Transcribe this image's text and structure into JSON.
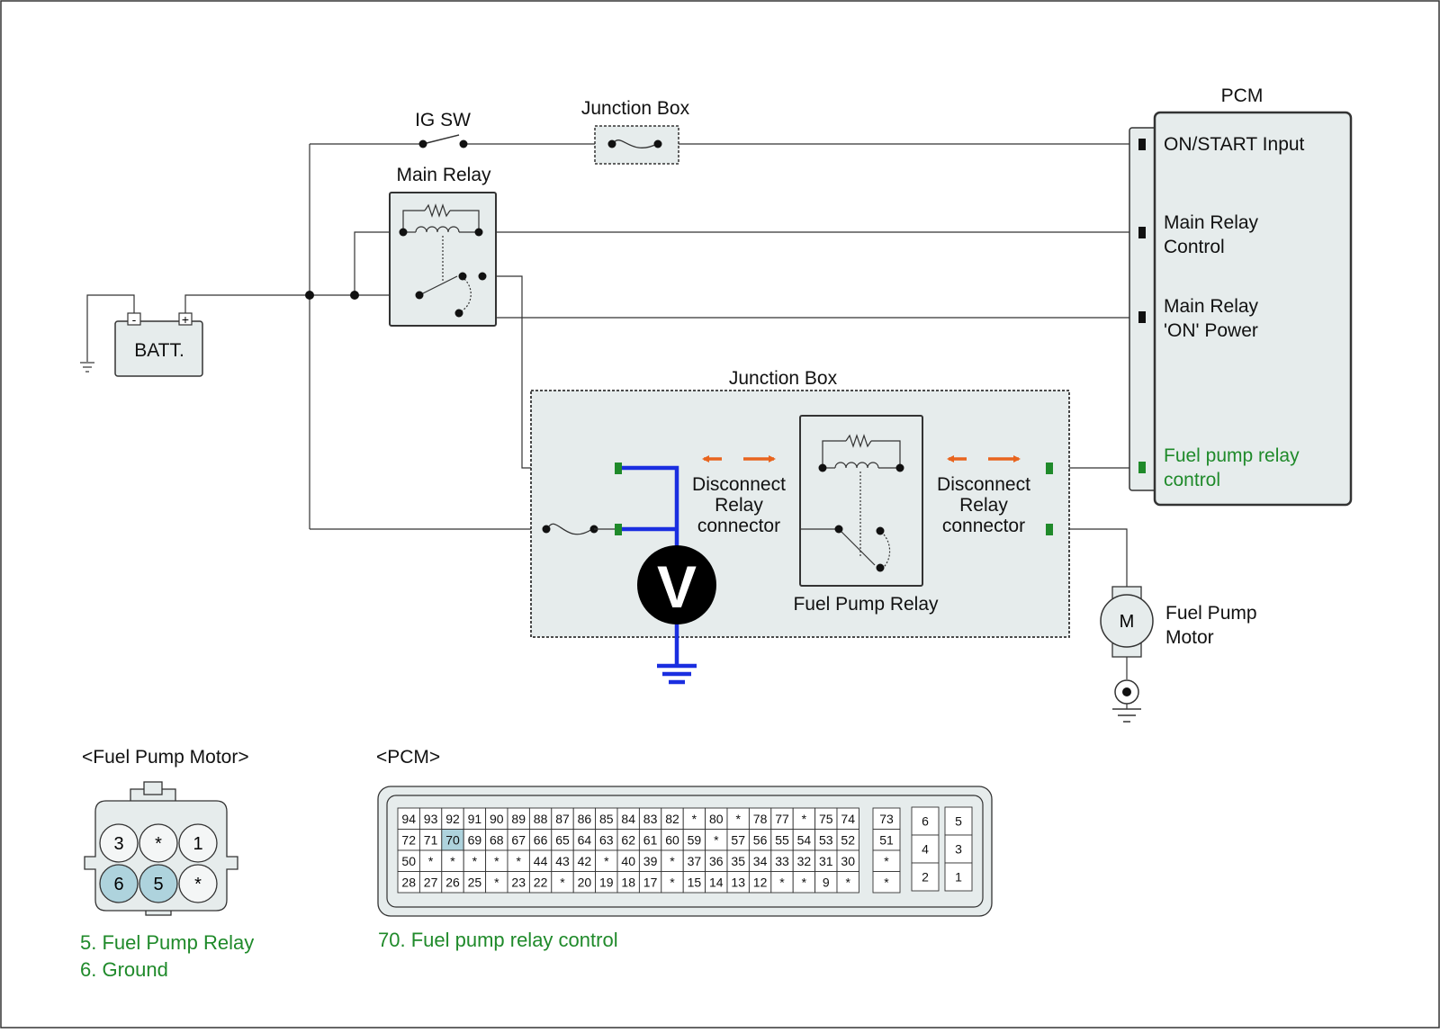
{
  "labels": {
    "ig_sw": "IG SW",
    "junction_box_top": "Junction Box",
    "main_relay": "Main Relay",
    "batt": "BATT.",
    "batt_minus": "-",
    "batt_plus": "+",
    "pcm": "PCM",
    "pcm_on_start": "ON/START Input",
    "pcm_main_relay_control_1": "Main Relay",
    "pcm_main_relay_control_2": "Control",
    "pcm_main_relay_on_1": "Main Relay",
    "pcm_main_relay_on_2": "'ON' Power",
    "pcm_fuel_pump_relay_1": "Fuel pump relay",
    "pcm_fuel_pump_relay_2": "control",
    "junction_box_main": "Junction Box",
    "disconnect_left_1": "Disconnect",
    "disconnect_left_2": "Relay",
    "disconnect_left_3": "connector",
    "disconnect_right_1": "Disconnect",
    "disconnect_right_2": "Relay",
    "disconnect_right_3": "connector",
    "fuel_pump_relay": "Fuel Pump Relay",
    "voltmeter": "V",
    "motor": "M",
    "fuel_pump_motor_1": "Fuel Pump",
    "fuel_pump_motor_2": "Motor"
  },
  "connectors": {
    "fuel_pump_motor": {
      "title": "<Fuel Pump Motor>",
      "pins_top": [
        "3",
        "*",
        "1"
      ],
      "pins_bottom": [
        "6",
        "5",
        "*"
      ],
      "highlighted": [
        "6",
        "5"
      ],
      "legend": [
        "5. Fuel Pump Relay",
        "6. Ground"
      ]
    },
    "pcm": {
      "title": "<PCM>",
      "rows": [
        [
          "94",
          "93",
          "92",
          "91",
          "90",
          "89",
          "88",
          "87",
          "86",
          "85",
          "84",
          "83",
          "82",
          "*",
          "80",
          "*",
          "78",
          "77",
          "*",
          "75",
          "74"
        ],
        [
          "72",
          "71",
          "70",
          "69",
          "68",
          "67",
          "66",
          "65",
          "64",
          "63",
          "62",
          "61",
          "60",
          "59",
          "*",
          "57",
          "56",
          "55",
          "54",
          "53",
          "52"
        ],
        [
          "50",
          "*",
          "*",
          "*",
          "*",
          "*",
          "44",
          "43",
          "42",
          "*",
          "40",
          "39",
          "*",
          "37",
          "36",
          "35",
          "34",
          "33",
          "32",
          "31",
          "30"
        ],
        [
          "28",
          "27",
          "26",
          "25",
          "*",
          "23",
          "22",
          "*",
          "20",
          "19",
          "18",
          "17",
          "*",
          "15",
          "14",
          "13",
          "12",
          "*",
          "*",
          "9",
          "*"
        ]
      ],
      "side_col": [
        "73",
        "51",
        "*",
        "*"
      ],
      "right_left": [
        "6",
        "4",
        "2"
      ],
      "right_right": [
        "5",
        "3",
        "1"
      ],
      "highlighted": [
        "70"
      ],
      "legend": [
        "70. Fuel pump relay control"
      ]
    }
  },
  "colors": {
    "highlight": "#aed3dd",
    "legend_green": "#1f8a2a",
    "probe_blue": "#1a2ee0",
    "arrow_orange": "#e8641e",
    "terminal_green": "#1f8a2a",
    "box_fill": "#e6ecec"
  }
}
